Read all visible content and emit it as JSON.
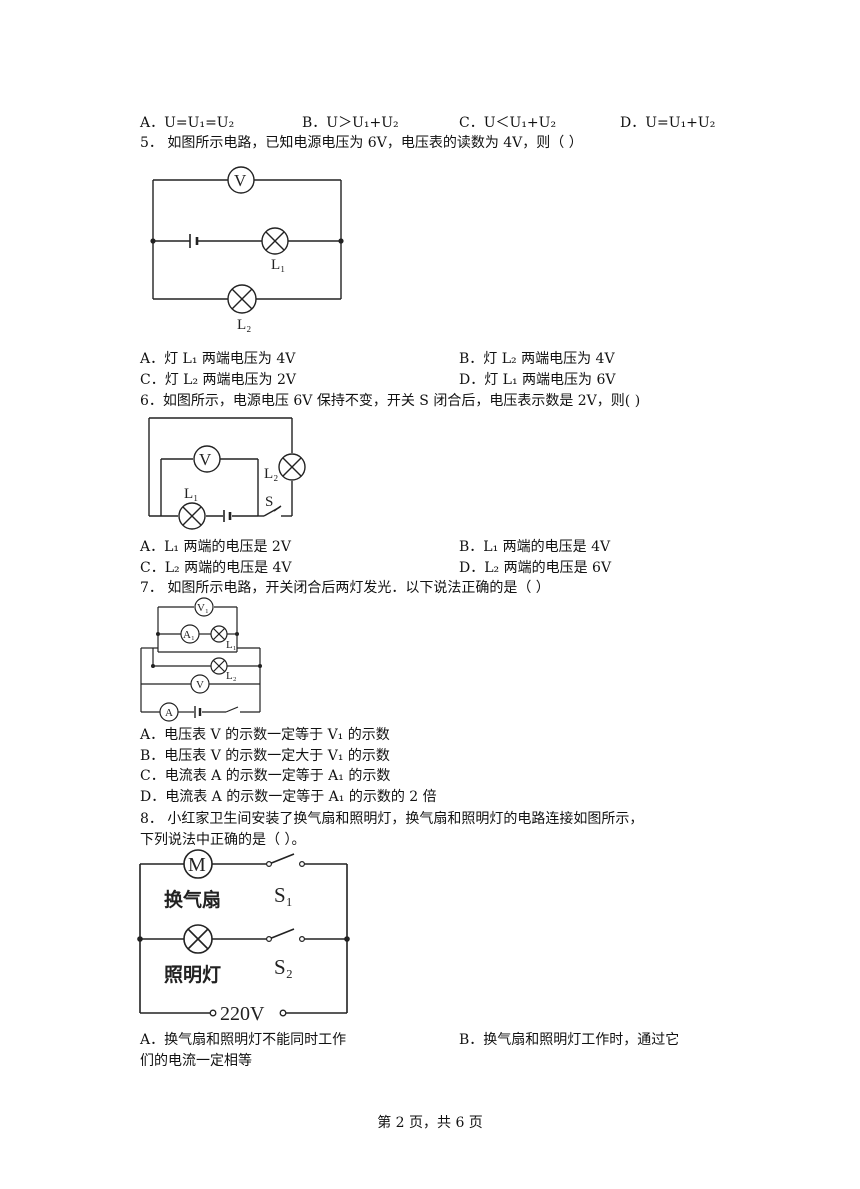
{
  "q4_options": [
    {
      "letter": "A．",
      "text": "U=U₁=U₂"
    },
    {
      "letter": "B．",
      "text": "U＞U₁+U₂"
    },
    {
      "letter": "C．",
      "text": "U＜U₁+U₂"
    },
    {
      "letter": "D．",
      "text": "U=U₁+U₂"
    }
  ],
  "q5": {
    "stem": "5．   如图所示电路，已知电源电压为 6V，电压表的读数为 4V，则（          ）",
    "meter_v": "V",
    "lamp1": "L₁",
    "lamp2": "L₂",
    "options": [
      "A．灯 L₁ 两端电压为 4V",
      "B．灯 L₂ 两端电压为 4V",
      "C．灯 L₂ 两端电压为 2V",
      "D．灯 L₁ 两端电压为 6V"
    ]
  },
  "q6": {
    "stem": "6．如图所示，电源电压 6V 保持不变，开关 S 闭合后，电压表示数是 2V，则(          )",
    "meter_v": "V",
    "lamp1": "L₁",
    "lamp2": "L₂",
    "switch": "S",
    "options": [
      "A．L₁ 两端的电压是 2V",
      "B．L₁ 两端的电压是 4V",
      "C．L₂ 两端的电压是 4V",
      "D．L₂ 两端的电压是 6V"
    ]
  },
  "q7": {
    "stem": "7．   如图所示电路，开关闭合后两灯发光．以下说法正确的是（          ）",
    "meter_v1": "V₁",
    "meter_a1": "A₁",
    "meter_v": "V",
    "meter_a": "A",
    "lamp1": "L₁",
    "lamp2": "L₂",
    "options": [
      "A．电压表 V 的示数一定等于 V₁ 的示数",
      "B．电压表 V 的示数一定大于 V₁ 的示数",
      "C．电流表 A 的示数一定等于 A₁ 的示数",
      "D．电流表 A 的示数一定等于 A₁ 的示数的 2 倍"
    ]
  },
  "q8": {
    "stem_line1": "8．   小红家卫生间安装了换气扇和照明灯，换气扇和照明灯的电路连接如图所示，",
    "stem_line2": "下列说法中正确的是（          ）。",
    "motor": "M",
    "fan_label": "换气扇",
    "light_label": "照明灯",
    "switch1": "S₁",
    "switch2": "S₂",
    "source": "220V",
    "option_a": "A．换气扇和照明灯不能同时工作",
    "option_b_line1": "B．换气扇和照明灯工作时，通过它",
    "option_b_line2": "们的电流一定相等"
  },
  "footer": "第 2 页，共 6 页"
}
